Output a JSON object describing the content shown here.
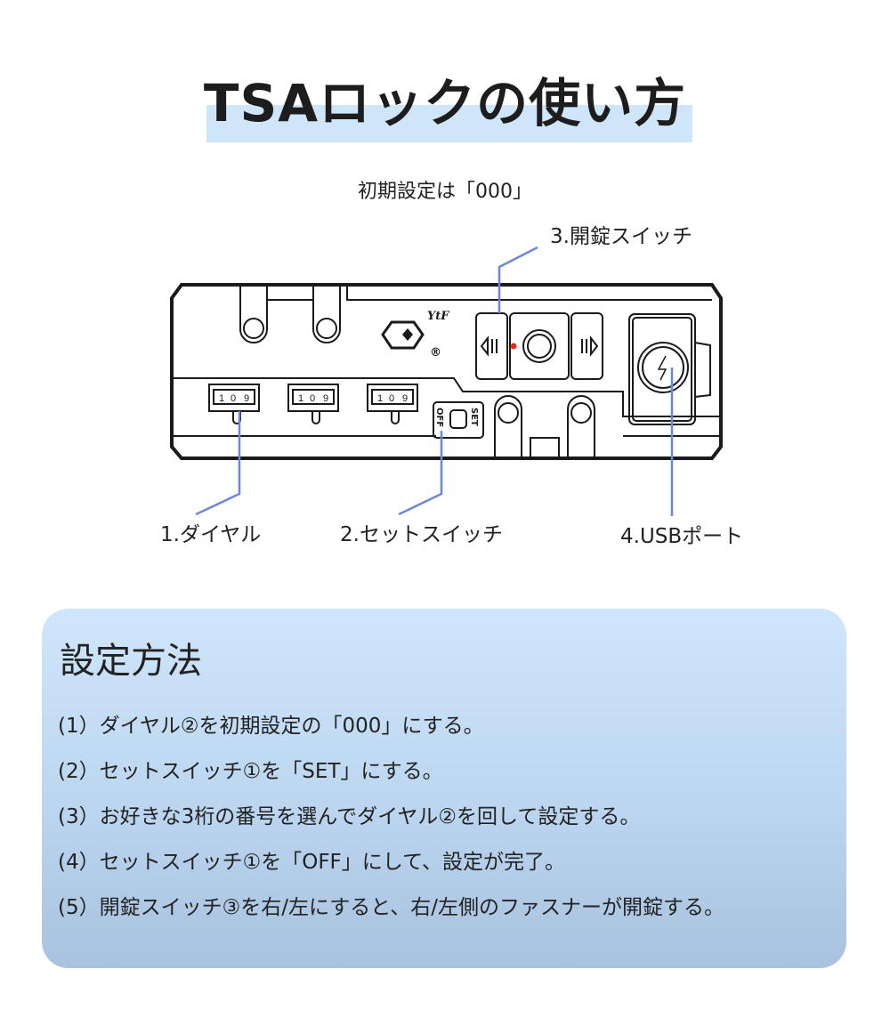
{
  "header": {
    "title": "TSAロックの使い方"
  },
  "diagram": {
    "initial_note": "初期設定は「000」",
    "labels": {
      "dial": "1.ダイヤル",
      "set_switch": "2.セットスイッチ",
      "unlock_switch": "3.開錠スイッチ",
      "usb_port": "4.USBポート"
    },
    "lock_markings": {
      "brand": "YtF",
      "registered": "®",
      "switch_set": "SET",
      "switch_off": "OFF",
      "dial_digits": [
        "1",
        "0",
        "9"
      ]
    },
    "leader_color": "#6f86d6"
  },
  "instructions": {
    "title": "設定方法",
    "steps": [
      "(1）ダイヤル②を初期設定の「000」にする。",
      "(2）セットスイッチ①を「SET」にする。",
      "(3）お好きな3桁の番号を選んでダイヤル②を回して設定する。",
      "(4）セットスイッチ①を「OFF」にして、設定が完了。",
      "(5）開錠スイッチ③を右/左にすると、右/左側のファスナーが開錠する。"
    ]
  }
}
